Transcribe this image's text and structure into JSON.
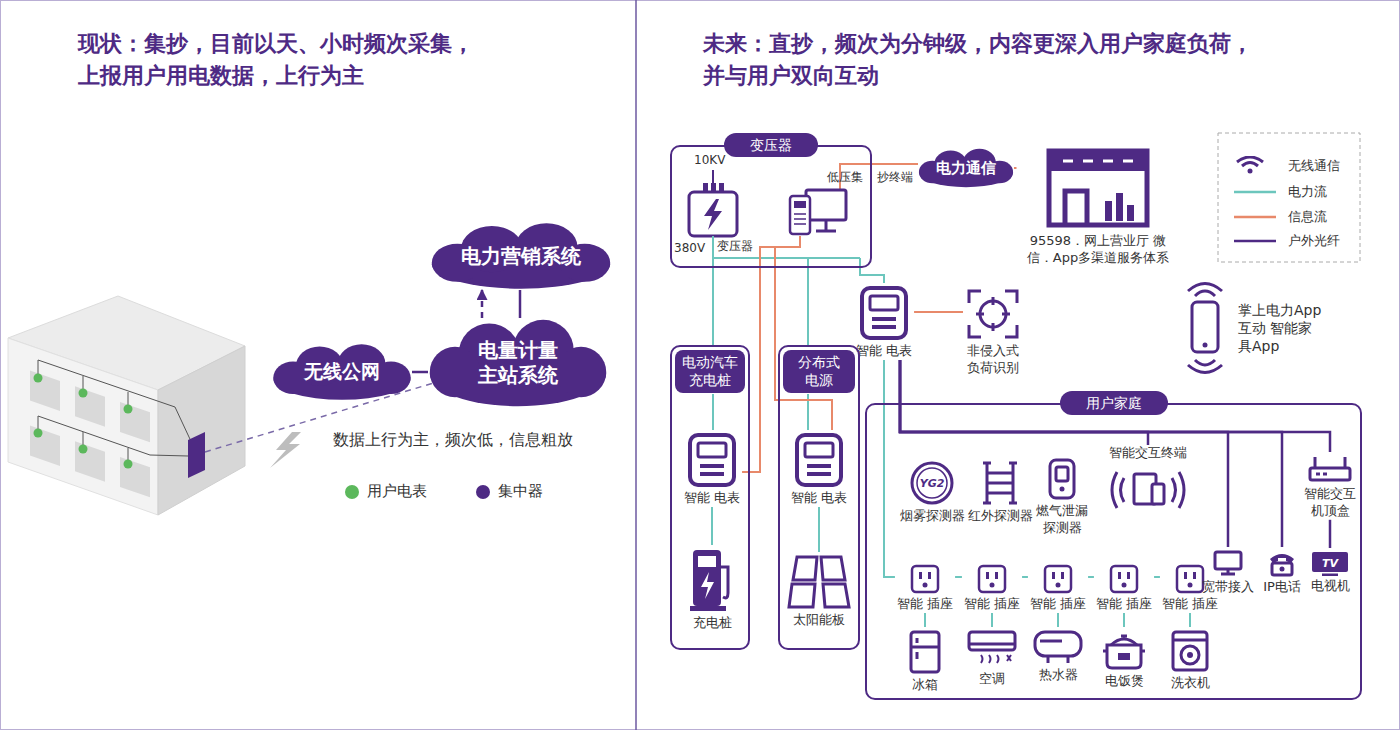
{
  "diagram": {
    "nodes": [
      {
        "text": [
          "电力营销系统"
        ]
      },
      {
        "text": [
          "无线公网"
        ]
      },
      {
        "text": [
          "电量计量 主站系统"
        ]
      },
      {
        "text": [
          "变压器"
        ]
      },
      {
        "text": [
          "电力通信"
        ]
      },
      {
        "text": [
          "95598．网上营业厅 微信．App多渠道服务体系"
        ]
      },
      {
        "text": [
          "智能 电表"
        ]
      },
      {
        "text": [
          "非侵入式 负荷识别"
        ]
      },
      {
        "text": [
          "电动汽车 充电桩"
        ]
      },
      {
        "text": [
          "智能 电表"
        ],
        "in": 8
      },
      {
        "text": [
          "充电桩"
        ],
        "in": 8
      },
      {
        "text": [
          "分布式 电源"
        ]
      },
      {
        "text": [
          "智能 电表"
        ],
        "in": 11
      },
      {
        "text": [
          "太阳能板"
        ],
        "in": 11
      },
      {
        "text": [
          "掌上电力App 互动 智能家具App"
        ]
      },
      {
        "text": [
          "用户家庭"
        ]
      },
      {
        "text": [
          "YG2",
          "烟雾探测器"
        ],
        "in": 15
      },
      {
        "text": [
          "红外探测器"
        ],
        "in": 15
      },
      {
        "text": [
          "燃气泄漏 探测器"
        ],
        "in": 15
      },
      {
        "text": [
          "智能交互终端"
        ],
        "in": 15
      },
      {
        "text": [
          "智能交互 机顶盒"
        ],
        "in": 15
      },
      {
        "text": [
          "智能 插座"
        ],
        "in": 15
      },
      {
        "text": [
          "智能 插座"
        ],
        "in": 15
      },
      {
        "text": [
          "智能 插座"
        ],
        "in": 15
      },
      {
        "text": [
          "智能 插座"
        ],
        "in": 15
      },
      {
        "text": [
          "智能 插座"
        ],
        "in": 15
      },
      {
        "text": [
          "宽带接入"
        ],
        "in": 15
      },
      {
        "text": [
          "IP电话"
        ],
        "in": 15
      },
      {
        "text": [
          "TV",
          "电视机"
        ],
        "in": 15
      },
      {
        "text": [
          "冰箱"
        ],
        "in": 15
      },
      {
        "text": [
          "空调"
        ],
        "in": 15
      },
      {
        "text": [
          "热水器"
        ],
        "in": 15
      },
      {
        "text": [
          "电饭煲"
        ],
        "in": 15
      },
      {
        "text": [
          "洗衣机"
        ],
        "in": 15
      }
    ],
    "edges": [
      {
        "from": 1,
        "to": 2,
        "arrow": "none"
      },
      {
        "from": 2,
        "to": 0,
        "arrow": "to"
      },
      {
        "from": 2,
        "to": 0,
        "arrow": "none"
      },
      {
        "from": 3,
        "to": 4,
        "arrow": "none"
      },
      {
        "from": 4,
        "to": 5,
        "arrow": "none"
      },
      {
        "from": 3,
        "to": 6,
        "arrow": "none"
      },
      {
        "from": 6,
        "to": 7,
        "arrow": "none"
      },
      {
        "from": 3,
        "to": 8,
        "arrow": "none"
      },
      {
        "from": 3,
        "to": 9,
        "arrow": "none"
      },
      {
        "from": 3,
        "to": 11,
        "arrow": "none"
      },
      {
        "from": 3,
        "to": 12,
        "arrow": "none"
      },
      {
        "from": 9,
        "to": 10,
        "arrow": "none"
      },
      {
        "from": 12,
        "to": 13,
        "arrow": "none"
      },
      {
        "from": 6,
        "to": 21,
        "arrow": "none"
      },
      {
        "from": 6,
        "to": 19,
        "arrow": "none"
      },
      {
        "from": 6,
        "to": 26,
        "arrow": "none"
      },
      {
        "from": 6,
        "to": 27,
        "arrow": "none"
      },
      {
        "from": 6,
        "to": 20,
        "arrow": "none"
      },
      {
        "from": 20,
        "to": 28,
        "arrow": "none"
      },
      {
        "from": 21,
        "to": 29,
        "arrow": "none"
      },
      {
        "from": 22,
        "to": 30,
        "arrow": "none"
      },
      {
        "from": 23,
        "to": 31,
        "arrow": "none"
      },
      {
        "from": 24,
        "to": 32,
        "arrow": "none"
      },
      {
        "from": 25,
        "to": 33,
        "arrow": "none"
      },
      {
        "from": 21,
        "to": 22,
        "arrow": "none"
      },
      {
        "from": 22,
        "to": 23,
        "arrow": "none"
      },
      {
        "from": 23,
        "to": 24,
        "arrow": "none"
      },
      {
        "from": 24,
        "to": 25,
        "arrow": "none"
      }
    ],
    "labels": [
      "现状：集抄，目前以天、小时频次采集， 上报用户用电数据，上行为主",
      "未来：直抄，频次为分钟级，内容更深入用户家庭负荷， 并与用户双向互动",
      "数据上行为主，频次低，信息粗放",
      "10KV",
      "380V",
      "变压器",
      "低压集",
      "抄终端"
    ],
    "legend": [
      {
        "text": "用户电表",
        "color": "#5cb85c"
      },
      {
        "text": "集中器",
        "color": "#4e2a84"
      },
      {
        "text": "无线通信"
      },
      {
        "text": "电力流"
      },
      {
        "text": "信息流"
      },
      {
        "text": "户外光纤"
      }
    ]
  }
}
